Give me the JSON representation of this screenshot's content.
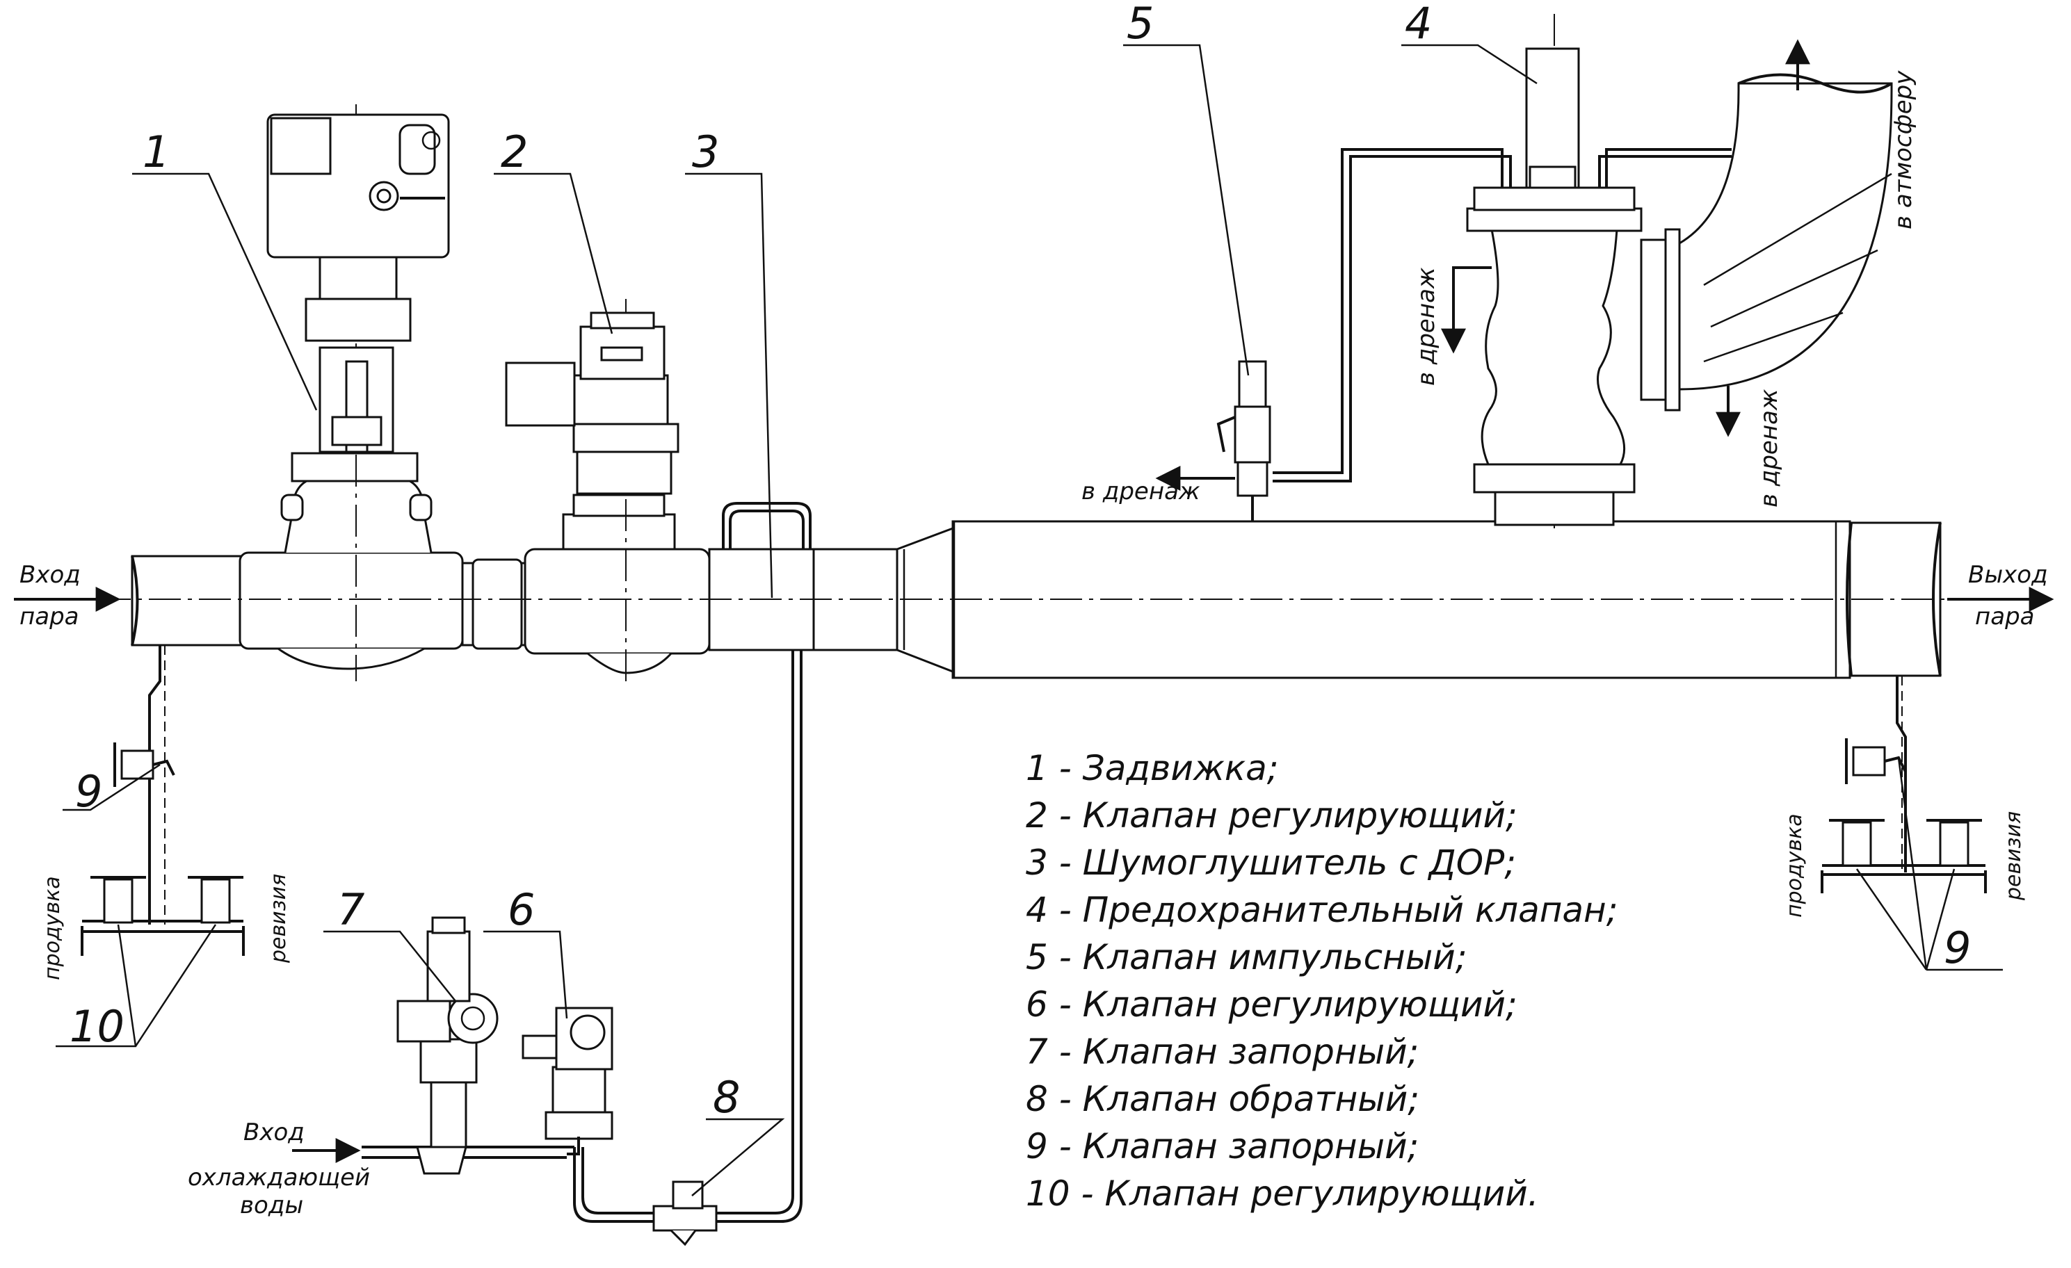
{
  "callouts": [
    "1",
    "2",
    "3",
    "4",
    "5",
    "6",
    "7",
    "8",
    "9",
    "9",
    "10"
  ],
  "labels": {
    "inlet": [
      "Вход",
      "пара"
    ],
    "outlet": [
      "Выход",
      "пара"
    ],
    "drain": "в дренаж",
    "atmosphere": "в атмосферу",
    "purge": "продувка",
    "revision": "ревизия",
    "cooling": [
      "Вход",
      "охлаждающей",
      "воды"
    ]
  },
  "legend": [
    "1 - Задвижка;",
    "2 - Клапан регулирующий;",
    "3 - Шумоглушитель с ДОР;",
    "4 - Предохранительный клапан;",
    "5 - Клапан импульсный;",
    "6 - Клапан регулирующий;",
    "7 - Клапан запорный;",
    "8 - Клапан обратный;",
    "9 - Клапан запорный;",
    "10 - Клапан регулирующий."
  ]
}
